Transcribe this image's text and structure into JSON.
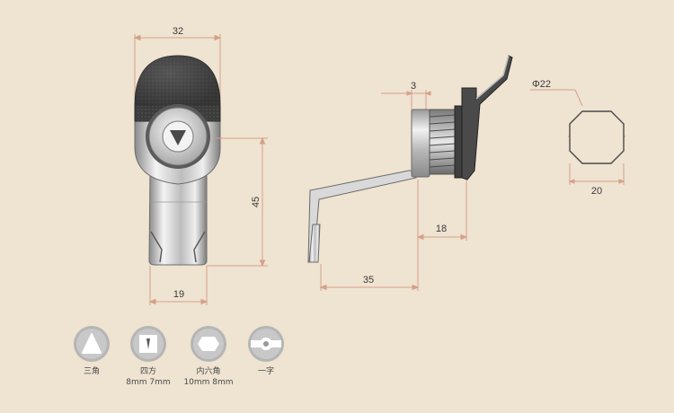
{
  "front_view": {
    "width_label": "32",
    "height_label": "45",
    "base_width_label": "19"
  },
  "side_view": {
    "flange_label": "3",
    "body_label": "18",
    "cam_label": "35"
  },
  "cutout": {
    "diameter_label": "Φ22",
    "flat_label": "20"
  },
  "key_types": [
    {
      "icon": "triangle-icon",
      "label": "三角",
      "sub": ""
    },
    {
      "icon": "square-icon",
      "label": "四方",
      "sub": "8mm 7mm"
    },
    {
      "icon": "hexagon-icon",
      "label": "内六角",
      "sub": "10mm 8mm"
    },
    {
      "icon": "slot-icon",
      "label": "一字",
      "sub": ""
    }
  ],
  "colors": {
    "background": "#efe3d1",
    "dimension_line": "#d4a08a",
    "dark_knob": "#4a4a4a",
    "chrome": "#d8d8d8"
  }
}
